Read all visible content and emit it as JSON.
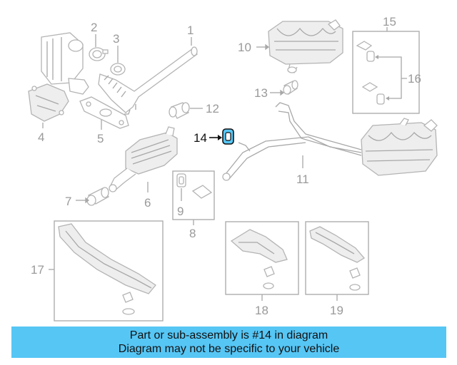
{
  "diagram": {
    "callouts": [
      "1",
      "2",
      "3",
      "4",
      "5",
      "6",
      "7",
      "8",
      "9",
      "10",
      "11",
      "12",
      "13",
      "14",
      "15",
      "16",
      "17",
      "18",
      "19"
    ],
    "highlighted_callout": "14",
    "highlight_color": "#56c6f5"
  },
  "banner": {
    "line1": "Part or sub-assembly is #14 in diagram",
    "line2": "Diagram may not be specific to your vehicle",
    "background": "#56c6f5"
  }
}
